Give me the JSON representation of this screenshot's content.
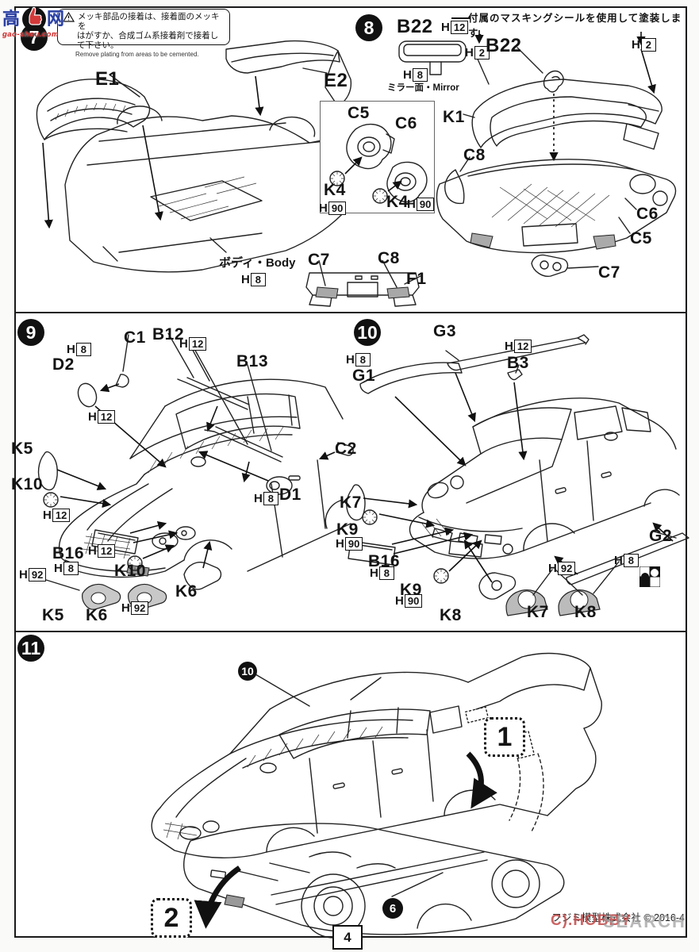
{
  "page": {
    "number": "4",
    "publisher": "フジミ模型株式会社 © 2016-4"
  },
  "watermarks": {
    "top_left": {
      "left_char": "高",
      "right_char": "网",
      "url": "gao-shou.com"
    },
    "bottom_right": {
      "red": "C).HOBBY",
      "gray": "SEARCH"
    }
  },
  "steps": {
    "s7": "7",
    "s8": "8",
    "s9": "9",
    "s10": "10",
    "s11": "11"
  },
  "warning": {
    "jp1": "メッキ部品の接着は、接着面のメッキを",
    "jp2": "はがすか、合成ゴム系接着剤で接着して下さい。",
    "en": "Remove plating from areas to be cemented."
  },
  "notes": {
    "masking": "付属のマスキングシールを使用して塗装します。",
    "body": "ボディ・Body",
    "mirror": "ミラー面・Mirror"
  },
  "parts": {
    "E1": "E1",
    "E2": "E2",
    "B22": "B22",
    "K1": "K1",
    "C5": "C5",
    "C6": "C6",
    "C7": "C7",
    "C8": "C8",
    "K4": "K4",
    "F1": "F1",
    "C1": "C1",
    "C2": "C2",
    "B12": "B12",
    "B13": "B13",
    "D1": "D1",
    "D2": "D2",
    "K5": "K5",
    "K6": "K6",
    "K10": "K10",
    "B16": "B16",
    "G1": "G1",
    "G2": "G2",
    "G3": "G3",
    "B3": "B3",
    "K7": "K7",
    "K8": "K8",
    "K9": "K9"
  },
  "paint": {
    "H": "H",
    "2": "2",
    "8": "8",
    "12": "12",
    "90": "90",
    "92": "92"
  },
  "refs": {
    "r10": "10",
    "r6": "6",
    "box1": "1",
    "box2": "2"
  }
}
